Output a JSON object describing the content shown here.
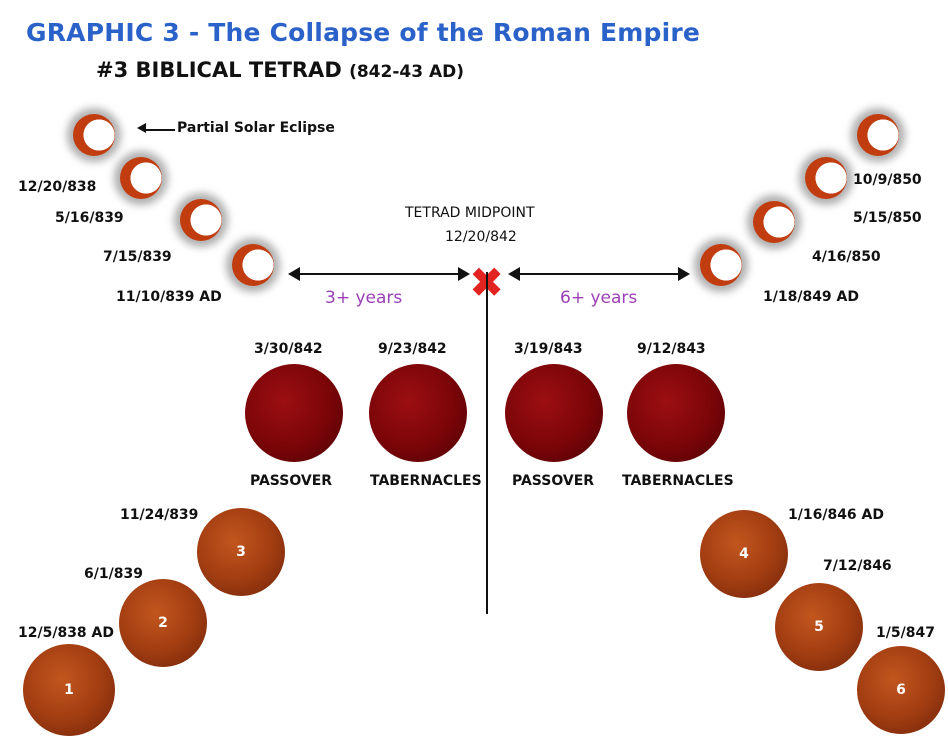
{
  "title": "GRAPHIC 3 - The Collapse of the Roman Empire",
  "subtitle": {
    "main": "#3 BIBLICAL TETRAD",
    "range": "(842-43 AD)"
  },
  "annotation": {
    "partial_solar": "Partial Solar Eclipse"
  },
  "midpoint": {
    "label": "TETRAD MIDPOINT",
    "date": "12/20/842"
  },
  "intervals": {
    "left": "3+ years",
    "right": "6+ years"
  },
  "solar_left": [
    {
      "date": "12/20/838"
    },
    {
      "date": "5/16/839"
    },
    {
      "date": "7/15/839"
    },
    {
      "date": "11/10/839 AD"
    }
  ],
  "solar_right": [
    {
      "date": "10/9/850"
    },
    {
      "date": "5/15/850"
    },
    {
      "date": "4/16/850"
    },
    {
      "date": "1/18/849 AD"
    }
  ],
  "tetrad": [
    {
      "date": "3/30/842",
      "feast": "PASSOVER"
    },
    {
      "date": "9/23/842",
      "feast": "TABERNACLES"
    },
    {
      "date": "3/19/843",
      "feast": "PASSOVER"
    },
    {
      "date": "9/12/843",
      "feast": "TABERNACLES"
    }
  ],
  "lunar_left": [
    {
      "num": "1",
      "date": "12/5/838 AD"
    },
    {
      "num": "2",
      "date": "6/1/839"
    },
    {
      "num": "3",
      "date": "11/24/839"
    }
  ],
  "lunar_right": [
    {
      "num": "4",
      "date": "1/16/846 AD"
    },
    {
      "num": "5",
      "date": "7/12/846"
    },
    {
      "num": "6",
      "date": "1/5/847"
    }
  ],
  "colors": {
    "title": "#2a62c9",
    "blood_moon": "#7a0508",
    "lunar_eclipse": "#a33e12",
    "solar_crescent": "#c13d10",
    "interval_text": "#9b3fb6",
    "midpoint_x": "#e22420"
  }
}
